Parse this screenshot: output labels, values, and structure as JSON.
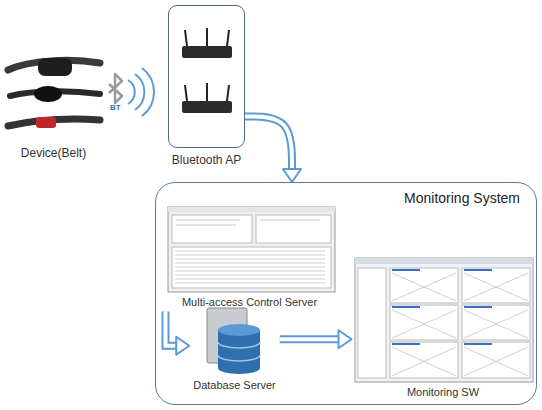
{
  "diagram": {
    "nodes": [
      {
        "text": [
          "Device(Belt)"
        ]
      },
      {
        "text": [
          "Bluetooth AP"
        ]
      },
      {
        "text": [
          "Monitoring System"
        ]
      },
      {
        "text": [
          "Multi-access Control Server"
        ],
        "in": 2
      },
      {
        "text": [
          "Database Server"
        ],
        "in": 2
      },
      {
        "text": [
          "Monitoring SW"
        ],
        "in": 2
      }
    ],
    "edges": [
      {
        "from": 1,
        "to": 2,
        "arrow": "to"
      },
      {
        "from": 3,
        "to": 4,
        "arrow": "to"
      },
      {
        "from": 4,
        "to": 5,
        "arrow": "to"
      }
    ],
    "labels": [
      "BT"
    ]
  }
}
